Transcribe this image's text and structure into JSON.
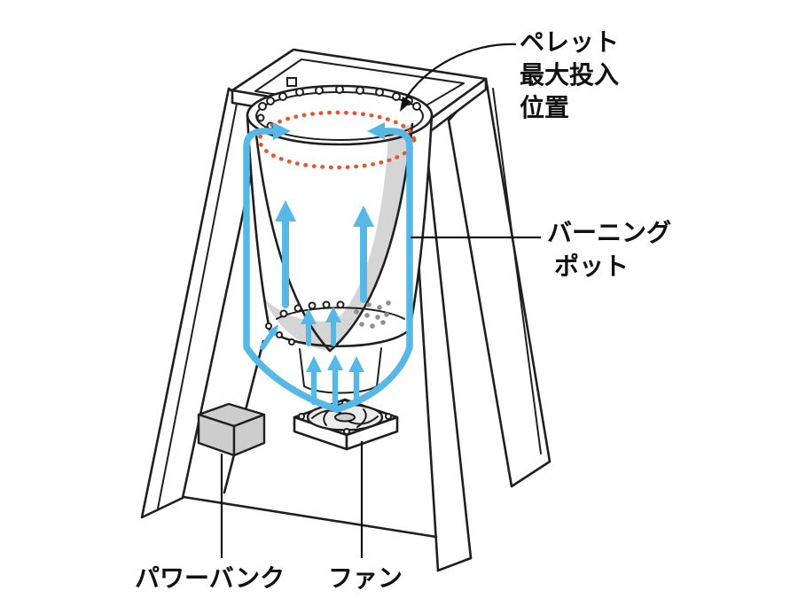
{
  "labels": {
    "pellet_max_position": {
      "lines": [
        "ペレット",
        "最大投入",
        "位置"
      ]
    },
    "burning_pot": {
      "lines": [
        "バーニング",
        "ポット"
      ]
    },
    "power_bank": {
      "text": "パワーバンク"
    },
    "fan": {
      "text": "ファン"
    }
  },
  "colors": {
    "line": "#1f1f1f",
    "airflow_blue": "#56b8e6",
    "pellet_level_red": "#e2572f",
    "panel_gray": "#d5d5d5",
    "background": "#ffffff"
  }
}
